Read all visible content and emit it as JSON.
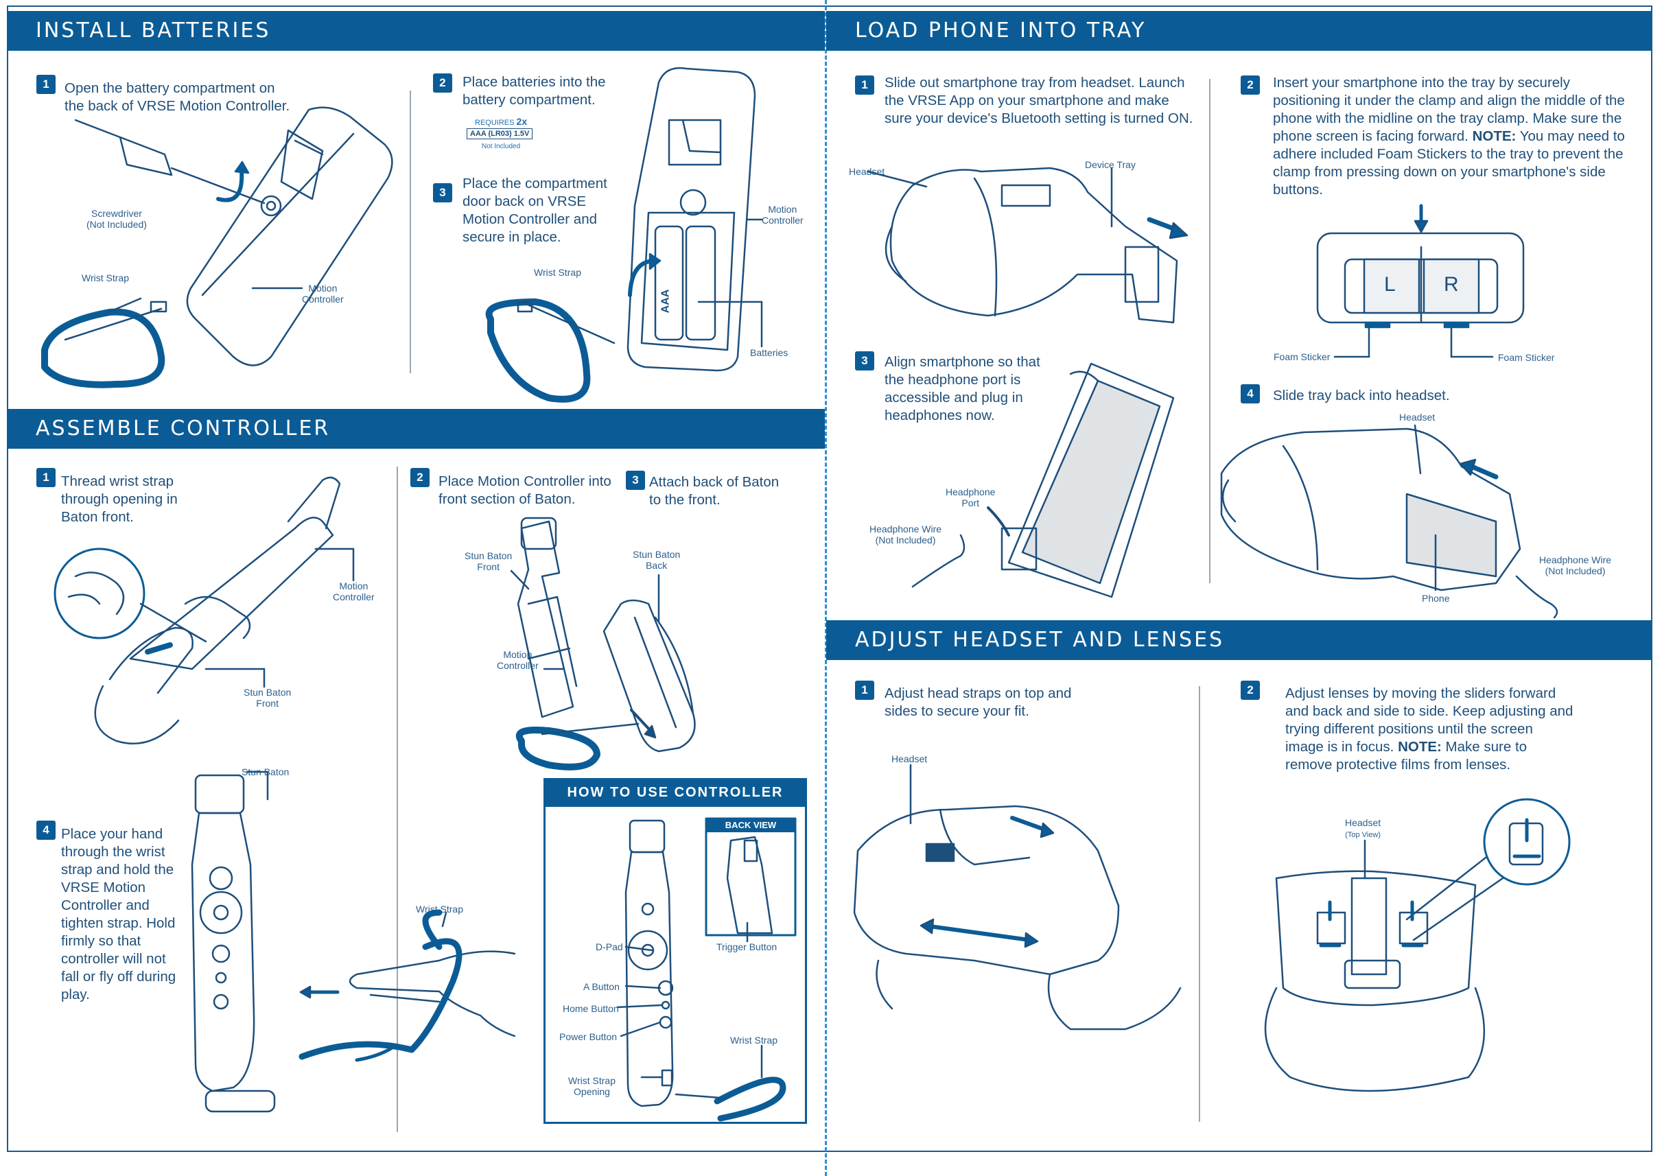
{
  "colors": {
    "brand": "#0b5c96",
    "line": "#1d4f7c",
    "fold": "#2a8fd4"
  },
  "sections": {
    "install": {
      "title": "INSTALL BATTERIES",
      "steps": [
        {
          "num": "1",
          "text": "Open the battery compartment on the back of VRSE Motion Controller."
        },
        {
          "num": "2",
          "text": "Place batteries into the battery compartment."
        },
        {
          "num": "3",
          "text": "Place the compartment door back on VRSE Motion Controller and secure in place."
        }
      ],
      "requires": "REQUIRES",
      "requires_qty": "2x",
      "battery_spec": "AAA (LR03) 1.5V",
      "not_included": "Not Included",
      "labels": {
        "screwdriver": "Screwdriver",
        "screwdriver_note": "(Not Included)",
        "wrist_strap_a": "Wrist Strap",
        "motion_controller_a": "Motion",
        "motion_controller_a2": "Controller",
        "wrist_strap_b": "Wrist Strap",
        "motion_controller_b": "Motion",
        "motion_controller_b2": "Controller",
        "batteries": "Batteries",
        "aaa": "AAA"
      }
    },
    "assemble": {
      "title": "ASSEMBLE CONTROLLER",
      "steps": [
        {
          "num": "1",
          "text": "Thread wrist strap through opening in Baton front."
        },
        {
          "num": "2",
          "text": "Place Motion Controller into front section of Baton."
        },
        {
          "num": "3",
          "text": "Attach back of Baton to the front."
        },
        {
          "num": "4",
          "text": "Place your hand through the wrist strap and hold the VRSE Motion Controller and tighten strap. Hold firmly so that controller will not fall or fly off during play."
        }
      ],
      "labels": {
        "motion_controller": "Motion",
        "motion_controller2": "Controller",
        "stun_baton_front": "Stun Baton",
        "stun_baton_front2": "Front",
        "sb_front": "Stun Baton",
        "sb_front2": "Front",
        "sb_back": "Stun Baton",
        "sb_back2": "Back",
        "mc": "Motion",
        "mc2": "Controller",
        "stun_baton": "Stun Baton",
        "wrist_strap": "Wrist Strap"
      },
      "how_to": {
        "title": "HOW TO USE CONTROLLER",
        "back_view": "BACK VIEW",
        "labels": [
          "D-Pad",
          "A Button",
          "Home Button",
          "Power Button",
          "Wrist Strap",
          "Opening",
          "Trigger Button",
          "Wrist Strap"
        ]
      }
    },
    "load": {
      "title": "LOAD PHONE INTO TRAY",
      "steps": [
        {
          "num": "1",
          "text": "Slide out smartphone tray from headset. Launch the VRSE App on your smartphone and make sure your device's Bluetooth setting is turned ON."
        },
        {
          "num": "2",
          "text": "Insert your smartphone into the tray by securely positioning it under the clamp and align the middle of the phone with the midline on the tray clamp. Make sure the phone screen is facing forward.",
          "note_label": "NOTE:",
          "note": " You may need to adhere included Foam Stickers to the tray to prevent the clamp from pressing down on your smartphone's side buttons."
        },
        {
          "num": "3",
          "text": "Align smartphone so that the headphone port is accessible and plug in headphones now."
        },
        {
          "num": "4",
          "text": "Slide tray back into headset."
        }
      ],
      "labels": {
        "headset": "Headset",
        "device_tray": "Device Tray",
        "foam_a": "Foam Sticker",
        "foam_b": "Foam Sticker",
        "L": "L",
        "R": "R",
        "headphone_port": "Headphone",
        "headphone_port2": "Port",
        "headphone_wire": "Headphone Wire",
        "not_included": "(Not Included)",
        "headset2": "Headset",
        "headphone_wire2": "Headphone Wire",
        "not_included2": "(Not Included)",
        "phone": "Phone"
      }
    },
    "adjust": {
      "title": "ADJUST HEADSET AND LENSES",
      "steps": [
        {
          "num": "1",
          "text": "Adjust head straps on top and sides to secure your fit."
        },
        {
          "num": "2",
          "text": "Adjust lenses by moving the sliders forward and back and side to side. Keep adjusting and trying different positions until the screen image is in focus.",
          "note_label": "NOTE:",
          "note": " Make sure to remove protective films from lenses."
        }
      ],
      "labels": {
        "headset": "Headset",
        "headset_top": "Headset",
        "top_view": "(Top View)"
      }
    }
  }
}
